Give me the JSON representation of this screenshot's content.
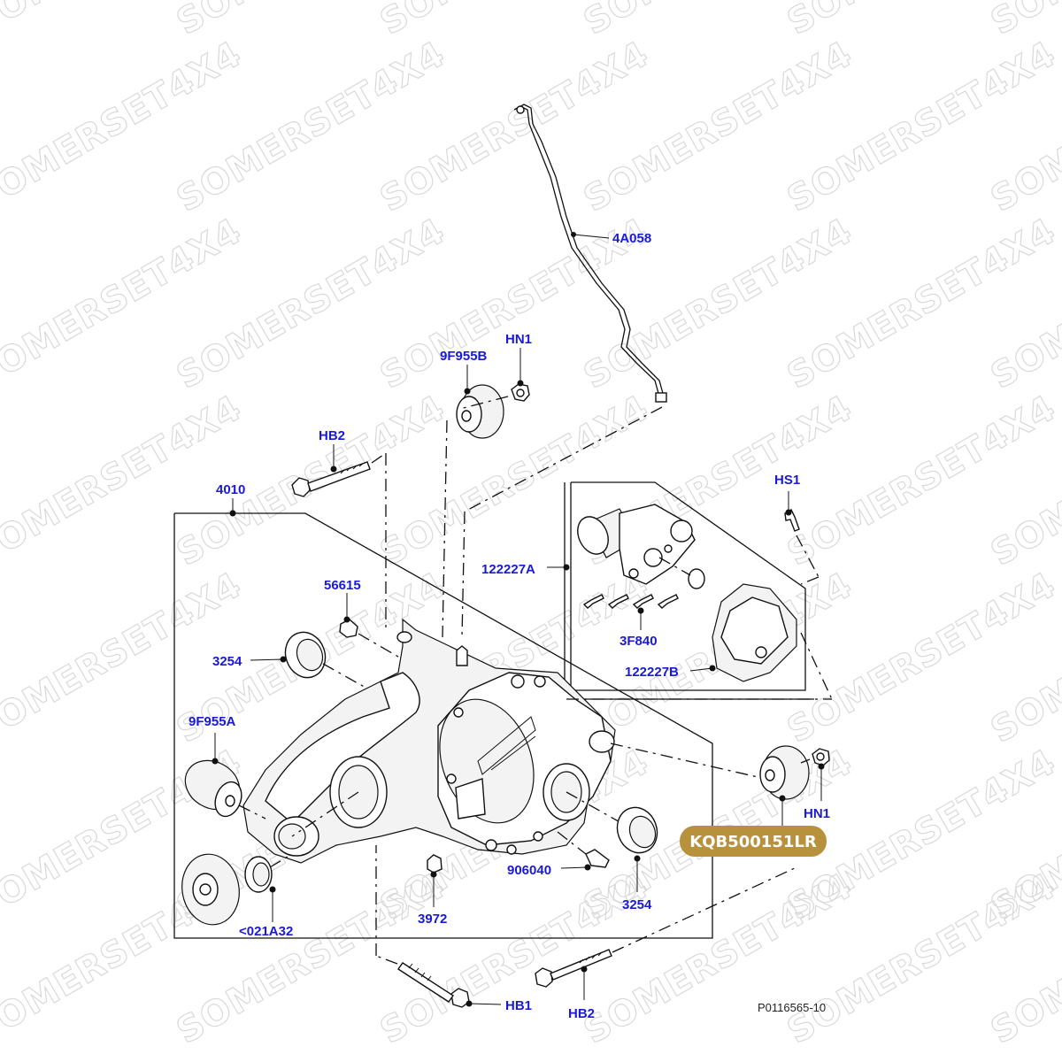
{
  "watermark": "SOMERSET4X4",
  "reference_code": "P0116565-10",
  "part_number_badge": {
    "text": "KQB500151LR",
    "color": "#b8913c"
  },
  "label_color": "#1a1ad6",
  "callouts": {
    "breather_pipe": "4A058",
    "upper_bush": "9F955B",
    "upper_bush_nut": "HN1",
    "bolt_upper": "HB2",
    "carrier": "4010",
    "screw_top": "HS1",
    "actuator_a": "122227A",
    "actuator_screws": "3F840",
    "actuator_b": "122227B",
    "vent": "56615",
    "oil_seal_left": "3254",
    "front_bush": "9F955A",
    "flange": "<021A32",
    "plug": "3972",
    "sensor": "906040",
    "oil_seal_right": "3254",
    "rear_bush_nut": "HN1",
    "bolt_lower_1": "HB1",
    "bolt_lower_2": "HB2"
  }
}
